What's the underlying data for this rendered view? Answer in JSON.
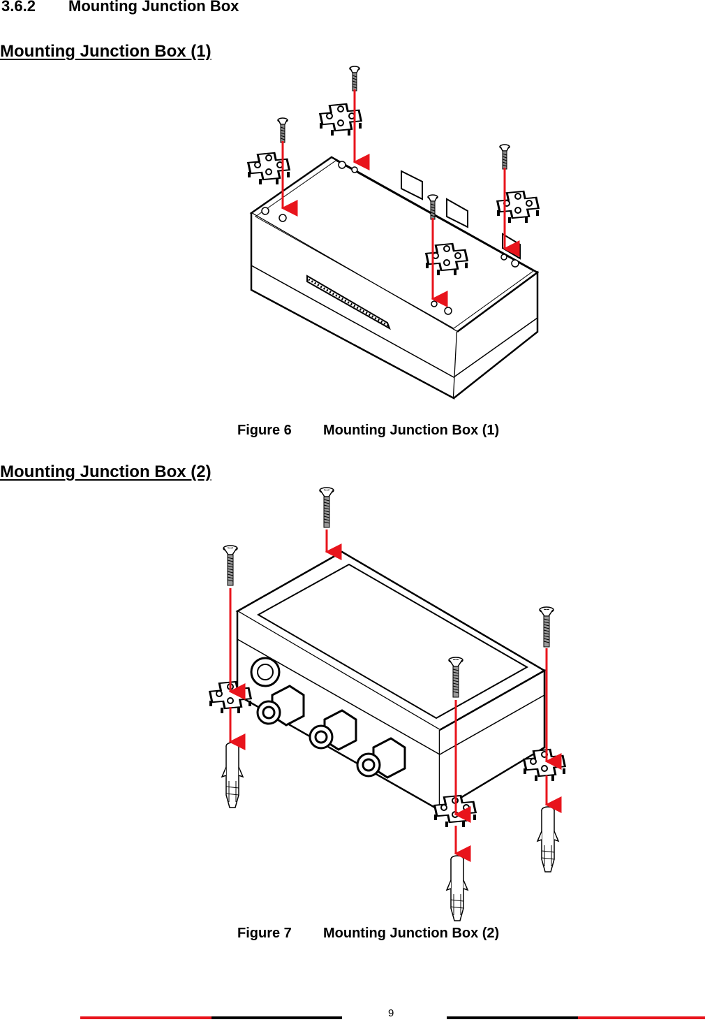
{
  "section": {
    "number": "3.6.2",
    "title": "Mounting Junction Box"
  },
  "figures": [
    {
      "heading": "Mounting Junction Box (1)",
      "caption_label": "Figure 6",
      "caption_text": "Mounting Junction Box (1)"
    },
    {
      "heading": "Mounting Junction Box (2)",
      "caption_label": "Figure 7",
      "caption_text": "Mounting Junction Box (2)"
    }
  ],
  "footer": {
    "page_number": "9"
  },
  "colors": {
    "arrow": "#e8141c",
    "rule_red": "#e8141c",
    "rule_black": "#000000"
  }
}
